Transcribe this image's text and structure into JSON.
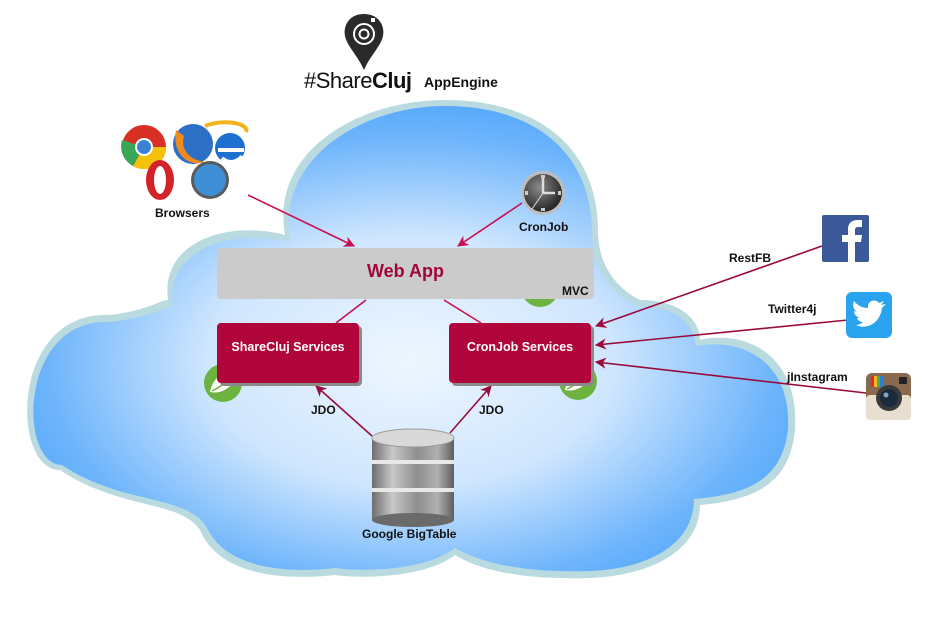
{
  "header": {
    "logo_prefix": "#Share",
    "logo_bold": "Cluj",
    "logo_suffix": "AppEngine"
  },
  "clients": {
    "browsers_label": "Browsers",
    "cronjob_label": "CronJob"
  },
  "webapp": {
    "title": "Web App",
    "framework_label": "MVC"
  },
  "services": [
    {
      "title": "ShareCluj Services"
    },
    {
      "title": "CronJob Services"
    }
  ],
  "storage": {
    "label": "Google BigTable",
    "connector_left": "JDO",
    "connector_right": "JDO"
  },
  "social": [
    {
      "name": "facebook",
      "library": "RestFB",
      "color": "#3b5998"
    },
    {
      "name": "twitter",
      "library": "Twitter4j",
      "color": "#2aa3ef"
    },
    {
      "name": "instagram",
      "library": "jInstagram",
      "color": "#8a6a4f"
    }
  ],
  "colors": {
    "arrow": "#c8104f",
    "arrow_dark": "#9a0a3c",
    "service_fill": "#b0063b",
    "webapp_fill": "#cbcbcb",
    "cloud_edge": "#b9dbe0",
    "cloud_fill": "#4aa3fb",
    "spring_green": "#6db33f"
  }
}
